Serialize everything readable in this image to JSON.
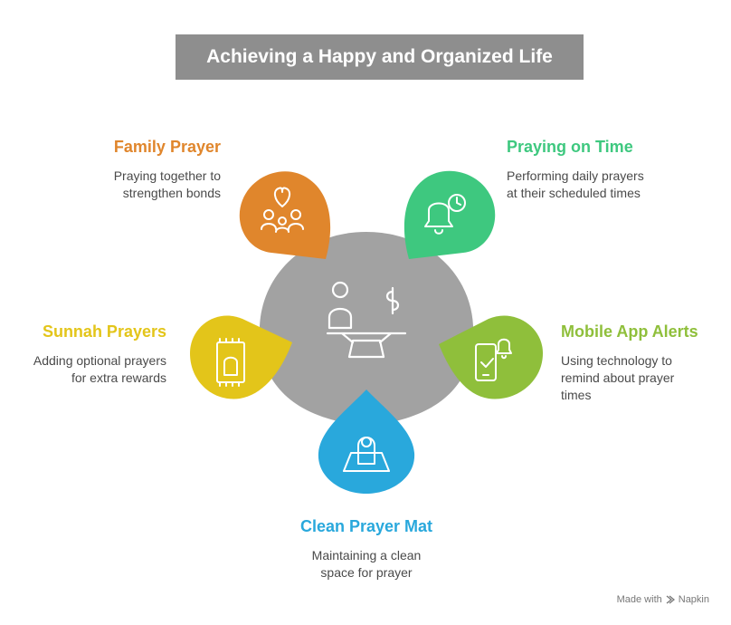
{
  "title": "Achieving a Happy and Organized Life",
  "colors": {
    "center": "#a2a2a2",
    "family": "#e0862c",
    "on_time": "#3ec87f",
    "mobile": "#8fbf3b",
    "mat": "#29a8dc",
    "sunnah": "#e3c51a"
  },
  "items": {
    "family": {
      "heading": "Family Prayer",
      "desc1": "Praying together to",
      "desc2": "strengthen bonds",
      "icon": "family-heart-icon"
    },
    "on_time": {
      "heading": "Praying on Time",
      "desc1": "Performing daily prayers",
      "desc2": "at their scheduled times",
      "icon": "bell-clock-icon"
    },
    "mobile": {
      "heading": "Mobile App Alerts",
      "desc1": "Using technology to",
      "desc2": "remind about prayer",
      "desc3": "times",
      "icon": "phone-bell-icon"
    },
    "mat": {
      "heading": "Clean Prayer Mat",
      "desc1": "Maintaining a clean",
      "desc2": "space for prayer",
      "icon": "person-prayer-mat-icon"
    },
    "sunnah": {
      "heading": "Sunnah Prayers",
      "desc1": "Adding optional prayers",
      "desc2": "for extra rewards",
      "icon": "prayer-rug-icon"
    }
  },
  "center_icon": "balance-scale-person-dollar-icon",
  "footer": {
    "made_with": "Made with",
    "brand": "Napkin",
    "icon": "napkin-logo-icon"
  }
}
